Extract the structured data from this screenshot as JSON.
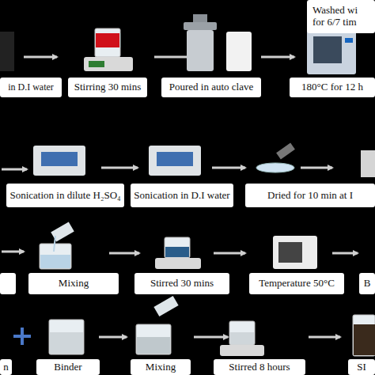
{
  "diagram": {
    "nodes": [
      {
        "text": [
          "Washed wi for 6/7 tim"
        ]
      },
      {
        "text": [
          "in D.I water"
        ]
      },
      {
        "text": [
          "Stirring 30 mins"
        ]
      },
      {
        "text": [
          "Poured in auto clave"
        ]
      },
      {
        "text": [
          "180°C for 12 h"
        ]
      },
      {
        "text": [
          "Sonication in dilute H₂SO₄"
        ]
      },
      {
        "text": [
          "Sonication in D.I water"
        ]
      },
      {
        "text": [
          "Dried for 10 min at I"
        ]
      },
      {
        "text": [
          "Mixing"
        ]
      },
      {
        "text": [
          "Stirred 30 mins"
        ]
      },
      {
        "text": [
          "Temperature 50°C"
        ]
      },
      {
        "text": [
          "B"
        ]
      },
      {
        "text": [
          "n"
        ]
      },
      {
        "text": [
          "Binder"
        ]
      },
      {
        "text": [
          "Mixing"
        ]
      },
      {
        "text": [
          "Stirred 8 hours"
        ]
      },
      {
        "text": [
          "SI"
        ]
      }
    ]
  }
}
